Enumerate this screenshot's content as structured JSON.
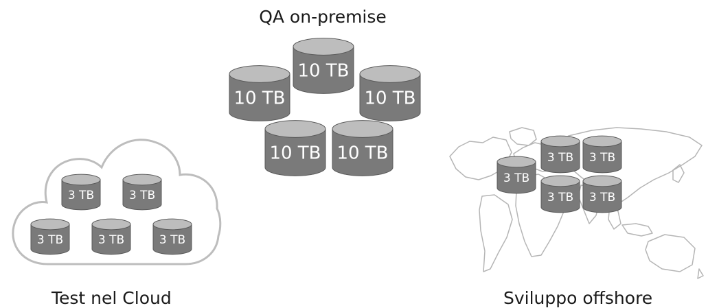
{
  "groups": [
    {
      "id": "qa",
      "label": "QA on-premise",
      "disks": [
        "10 TB",
        "10 TB",
        "10 TB",
        "10 TB",
        "10 TB"
      ]
    },
    {
      "id": "cloud",
      "label": "Test nel Cloud",
      "disks": [
        "3 TB",
        "3 TB",
        "3 TB",
        "3 TB",
        "3 TB"
      ]
    },
    {
      "id": "offshore",
      "label": "Sviluppo offshore",
      "disks": [
        "3 TB",
        "3 TB",
        "3 TB",
        "3 TB",
        "3 TB"
      ]
    }
  ],
  "colors": {
    "disk_side": "#7a7a7a",
    "disk_top": "#bdbdbd",
    "disk_outline": "#5a5a5a",
    "disk_text": "#ffffff",
    "cloud_outline": "#bdbdbd",
    "map_outline": "#b5b5b5"
  },
  "icons": {
    "cloud": "cloud-icon",
    "world_map": "world-map-icon",
    "disk": "database-cylinder-icon"
  }
}
